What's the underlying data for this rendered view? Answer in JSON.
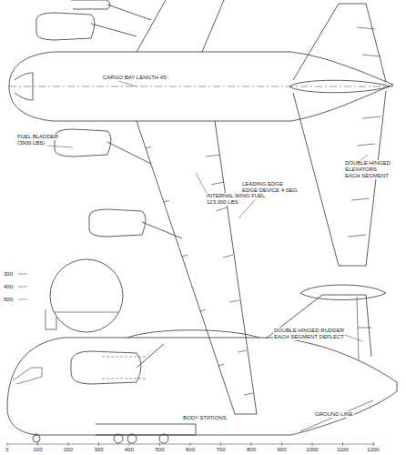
{
  "diagram": {
    "labels": [
      "CARGO BAY LENGTH 45'-",
      "FUEL BLADDER",
      "(3900 LBS)",
      "INTERNAL WING FUEL",
      "123,000 LBS",
      "LEADING EDGE",
      "EDGE DEVICE 4 SEG.",
      "DOUBLE-HINGED",
      "ELEVATORS",
      "EACH SEGMENT",
      "DOUBLE HINGED RUDDER",
      "EACH SEGMENT DEFLECT",
      "300",
      "400",
      "500",
      "GROUND LINE",
      "BODY STATIONS",
      "0",
      "100",
      "200",
      "300",
      "400",
      "500",
      "600",
      "700",
      "800",
      "900",
      "1000",
      "1100",
      "1200"
    ]
  }
}
